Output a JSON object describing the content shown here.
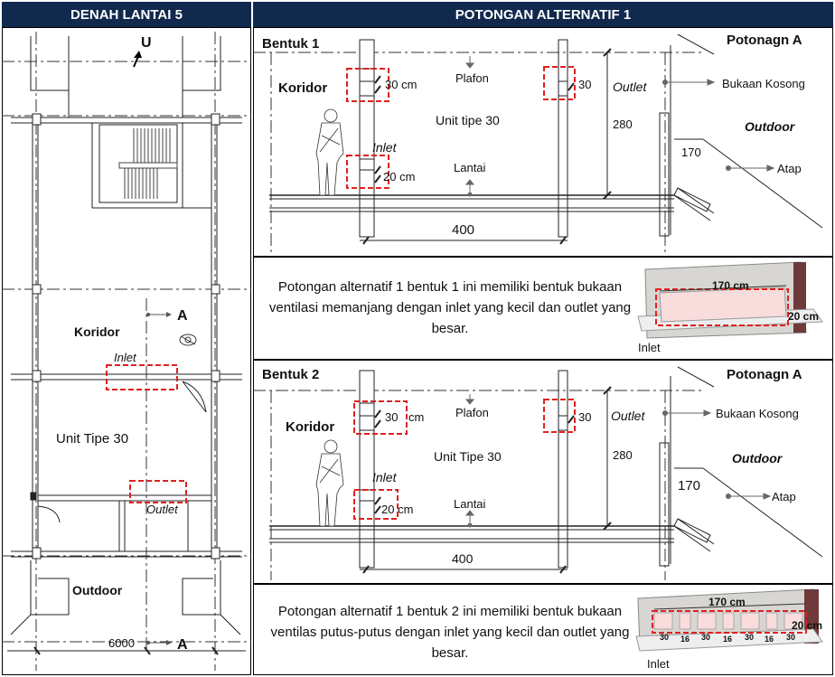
{
  "headers": {
    "left": "DENAH LANTAI 5",
    "right": "POTONGAN ALTERNATIF 1"
  },
  "plan": {
    "north": "U",
    "corridor": "Koridor",
    "inlet": "Inlet",
    "unit": "Unit Tipe 30",
    "outlet": "Outlet",
    "outdoor": "Outdoor",
    "section_mark": "A",
    "section_mark_bottom": "A",
    "dimension": "6000"
  },
  "sections": [
    {
      "title": "Bentuk 1",
      "section_name": "Potonagn A",
      "corridor": "Koridor",
      "inlet_dim": "30 cm",
      "plafon": "Plafon",
      "outlet_dim": "30",
      "outlet": "Outlet",
      "bukaan": "Bukaan Kosong",
      "unit": "Unit tipe 30",
      "height": "280",
      "outdoor": "Outdoor",
      "inlet": "Inlet",
      "inlet_dim2": "20 cm",
      "lantai": "Lantai",
      "dim_170": "170",
      "atap": "Atap",
      "width": "400",
      "description": "Potongan alternatif 1 bentuk 1 ini memiliki bentuk bukaan ventilasi memanjang dengan inlet yang kecil dan outlet yang besar.",
      "figure": {
        "length": "170 cm",
        "height": "20 cm",
        "label": "Inlet"
      }
    },
    {
      "title": "Bentuk 2",
      "section_name": "Potonagn A",
      "corridor": "Koridor",
      "inlet_dim": "30",
      "inlet_dim_unit": "cm",
      "plafon": "Plafon",
      "outlet_dim": "30",
      "outlet": "Outlet",
      "bukaan": "Bukaan Kosong",
      "unit": "Unit Tipe 30",
      "height": "280",
      "outdoor": "Outdoor",
      "inlet": "Inlet",
      "inlet_dim2": "20 cm",
      "lantai": "Lantai",
      "dim_170": "170",
      "atap": "Atap",
      "width": "400",
      "description": "Potongan alternatif 1 bentuk 2 ini memiliki bentuk bukaan ventilas putus-putus dengan inlet yang kecil dan outlet yang besar.",
      "figure": {
        "length": "170 cm",
        "height": "20 cm",
        "label": "Inlet",
        "segments": [
          "30",
          "16",
          "30",
          "16",
          "30",
          "16",
          "30"
        ]
      }
    }
  ]
}
